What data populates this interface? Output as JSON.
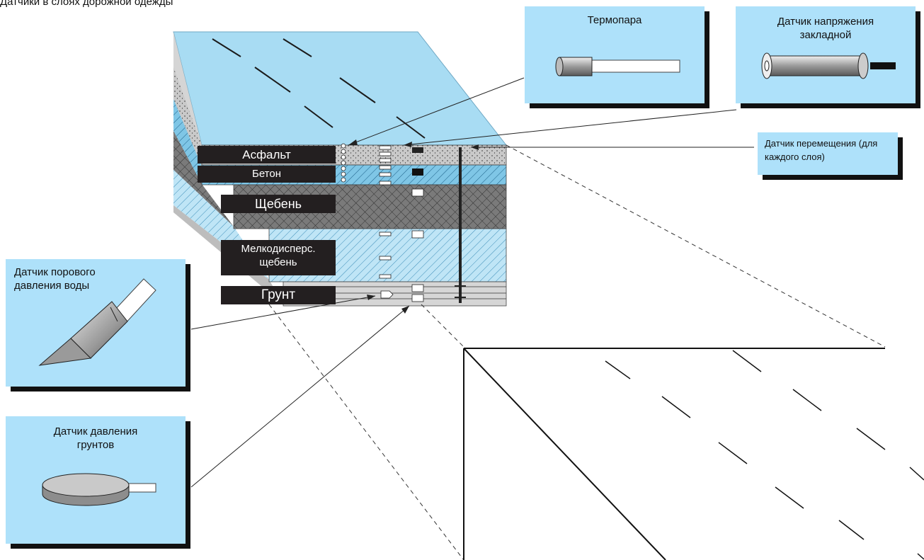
{
  "top_caption": "Датчики в слоях дорожной одежды",
  "layers": {
    "asphalt": "Асфальт",
    "concrete": "Бетон",
    "crushed_stone": "Щебень",
    "fine_crushed_stone": "Мелкодисперс. щебень",
    "soil": "Грунт"
  },
  "callouts": {
    "thermocouple": {
      "title": "Термопара"
    },
    "strain_gauge": {
      "title": "Датчик напряжения закладной"
    },
    "displacement": {
      "title": "Датчик перемещения (для каждого слоя)"
    },
    "pore_pressure": {
      "title": "Датчик порового давления воды"
    },
    "soil_pressure": {
      "title": "Датчик давления грунтов"
    }
  },
  "colors": {
    "callout_bg": "#aee1fa",
    "shadow": "#111111",
    "label_bg": "#231f20",
    "asphalt": "#c8c8c8",
    "concrete": "#7fc6e6",
    "gravel": "#7d7d7d",
    "fine_gravel": "#b9e2f4",
    "soil": "#d5d5d5"
  },
  "icons": {
    "thermocouple": "thermocouple-icon",
    "strain_gauge": "strain-gauge-icon",
    "pore_pressure": "pore-pressure-probe-icon",
    "soil_pressure": "pressure-cell-icon"
  }
}
